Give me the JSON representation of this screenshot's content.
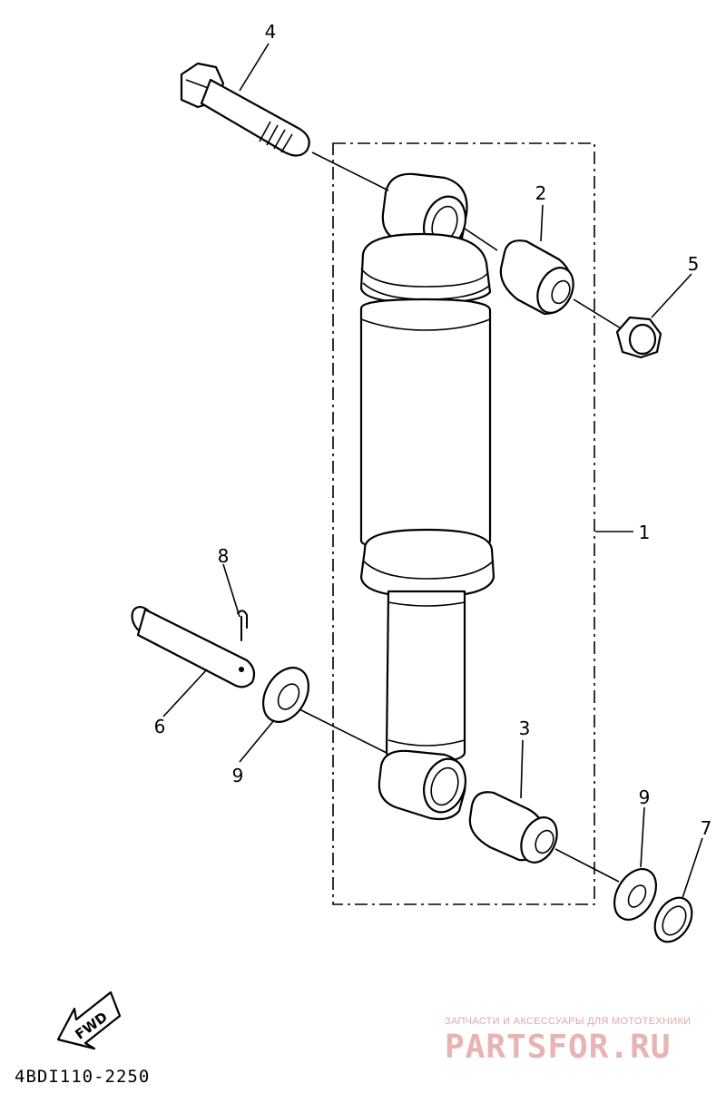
{
  "callouts": {
    "c1": "1",
    "c2": "2",
    "c3": "3",
    "c4": "4",
    "c5": "5",
    "c6": "6",
    "c7": "7",
    "c8": "8",
    "c9a": "9",
    "c9b": "9"
  },
  "fwd_label": "FWD",
  "diagram_code": "4BDI110-2250",
  "watermark": {
    "tagline": "ЗАПЧАСТИ И АКСЕССУАРЫ ДЛЯ МОТОТЕХНИКИ",
    "brand": "PARTSFOR.RU"
  }
}
